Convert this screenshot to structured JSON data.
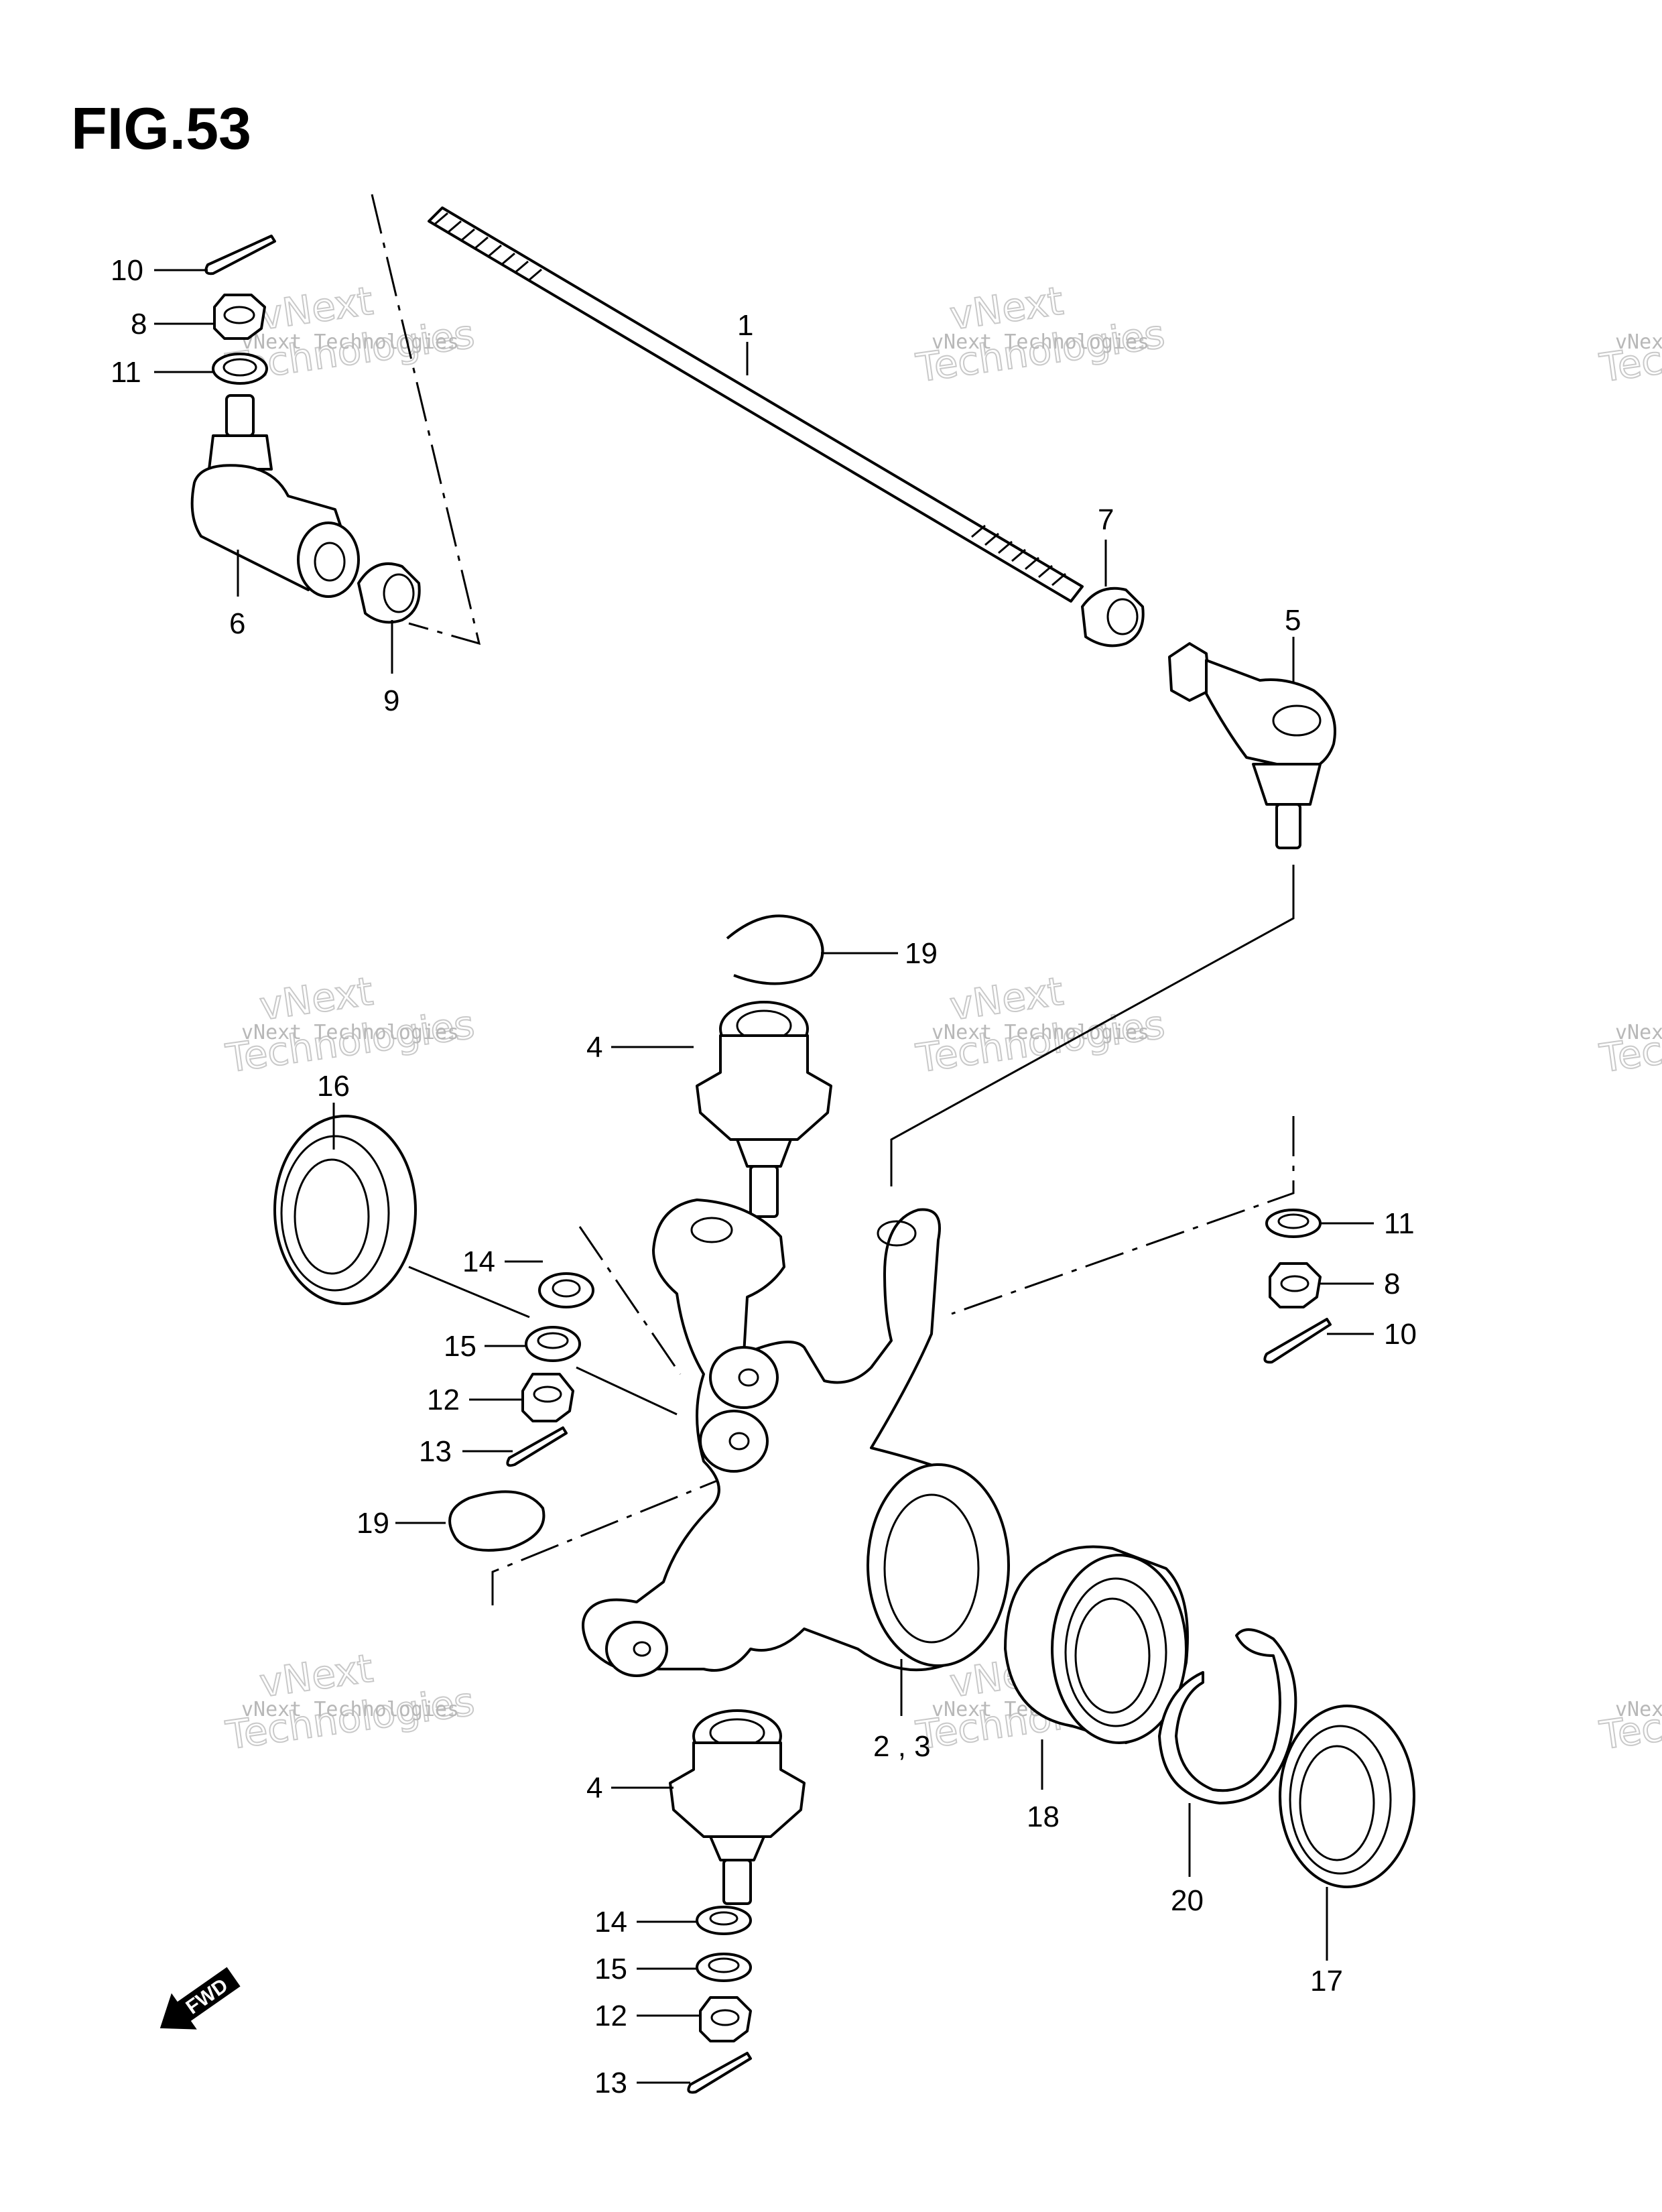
{
  "figure": {
    "title": "FIG.53"
  },
  "watermark": {
    "line1": "vNext Technologies",
    "line2": "vNext",
    "line3": "Technologies"
  },
  "fwd_label": "FWD",
  "callouts": [
    {
      "id": "c1",
      "text": "1"
    },
    {
      "id": "c2",
      "text": "2 , 3"
    },
    {
      "id": "c4a",
      "text": "4"
    },
    {
      "id": "c4b",
      "text": "4"
    },
    {
      "id": "c5",
      "text": "5"
    },
    {
      "id": "c6",
      "text": "6"
    },
    {
      "id": "c7",
      "text": "7"
    },
    {
      "id": "c8a",
      "text": "8"
    },
    {
      "id": "c8b",
      "text": "8"
    },
    {
      "id": "c9",
      "text": "9"
    },
    {
      "id": "c10a",
      "text": "10"
    },
    {
      "id": "c10b",
      "text": "10"
    },
    {
      "id": "c11a",
      "text": "11"
    },
    {
      "id": "c11b",
      "text": "11"
    },
    {
      "id": "c12a",
      "text": "12"
    },
    {
      "id": "c12b",
      "text": "12"
    },
    {
      "id": "c13a",
      "text": "13"
    },
    {
      "id": "c13b",
      "text": "13"
    },
    {
      "id": "c14a",
      "text": "14"
    },
    {
      "id": "c14b",
      "text": "14"
    },
    {
      "id": "c15a",
      "text": "15"
    },
    {
      "id": "c15b",
      "text": "15"
    },
    {
      "id": "c16",
      "text": "16"
    },
    {
      "id": "c17",
      "text": "17"
    },
    {
      "id": "c18",
      "text": "18"
    },
    {
      "id": "c19a",
      "text": "19"
    },
    {
      "id": "c19b",
      "text": "19"
    },
    {
      "id": "c20",
      "text": "20"
    }
  ]
}
